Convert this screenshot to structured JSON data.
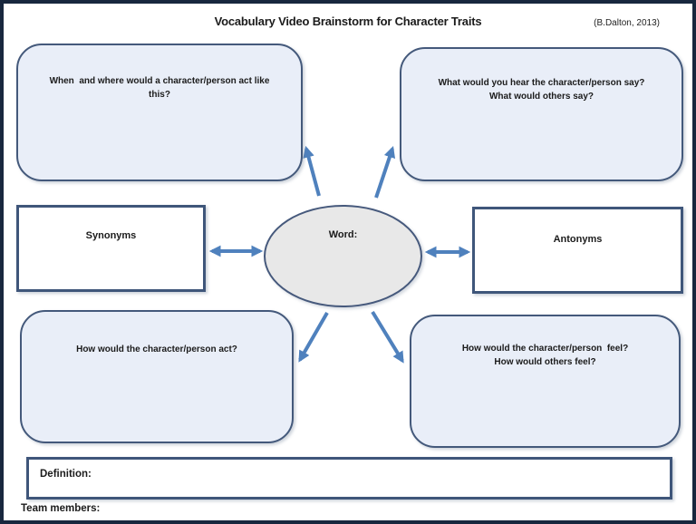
{
  "header": {
    "title": "Vocabulary Video Brainstorm for Character Traits",
    "credit": "(B.Dalton, 2013)"
  },
  "center": {
    "label": "Word:"
  },
  "boxes": {
    "top_left": "When  and where would a character/person act like\nthis?",
    "top_right": "What would you hear the character/person say?\nWhat would others say?",
    "synonyms": "Synonyms",
    "antonyms": "Antonyms",
    "bottom_left": "How would the character/person act?",
    "bottom_right": "How would the character/person  feel?\nHow would others feel?"
  },
  "footer": {
    "definition_label": "Definition:",
    "team_label": "Team members:"
  },
  "colors": {
    "arrow": "#4F81BD",
    "rounded_fill": "#E9EEF8",
    "rounded_border": "#44597B",
    "rect_border": "#3F567A",
    "ellipse_fill": "#E8E8E8",
    "frame": "#18273E",
    "text": "#1B1B1B"
  }
}
